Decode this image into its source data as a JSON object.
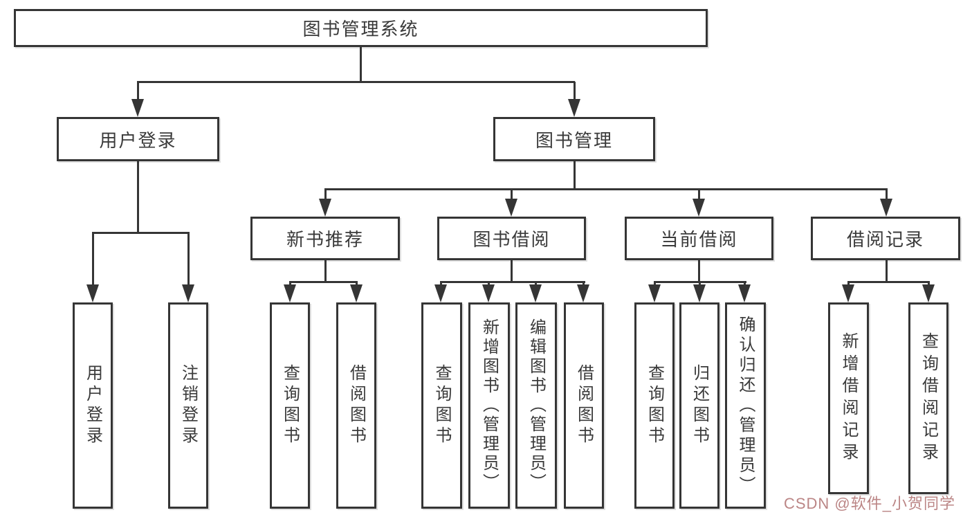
{
  "colors": {
    "line": "#353535",
    "text": "#3a3a3a",
    "box_background": "#ffffff",
    "watermark": "#bb8585"
  },
  "tree": {
    "root": {
      "label": "图书管理系统",
      "children": [
        {
          "label": "用户登录",
          "children": [
            {
              "label": "用户登录"
            },
            {
              "label": "注销登录"
            }
          ]
        },
        {
          "label": "图书管理",
          "children": [
            {
              "label": "新书推荐",
              "children": [
                {
                  "label": "查询图书"
                },
                {
                  "label": "借阅图书"
                }
              ]
            },
            {
              "label": "图书借阅",
              "children": [
                {
                  "label": "查询图书"
                },
                {
                  "label": "新增图书（管理员）"
                },
                {
                  "label": "编辑图书（管理员）"
                },
                {
                  "label": "借阅图书"
                }
              ]
            },
            {
              "label": "当前借阅",
              "children": [
                {
                  "label": "查询图书"
                },
                {
                  "label": "归还图书"
                },
                {
                  "label": "确认归还（管理员）"
                }
              ]
            },
            {
              "label": "借阅记录",
              "children": [
                {
                  "label": "新增借阅记录"
                },
                {
                  "label": "查询借阅记录"
                }
              ]
            }
          ]
        }
      ]
    }
  },
  "watermark": {
    "text": "CSDN @软件_小贺同学"
  }
}
